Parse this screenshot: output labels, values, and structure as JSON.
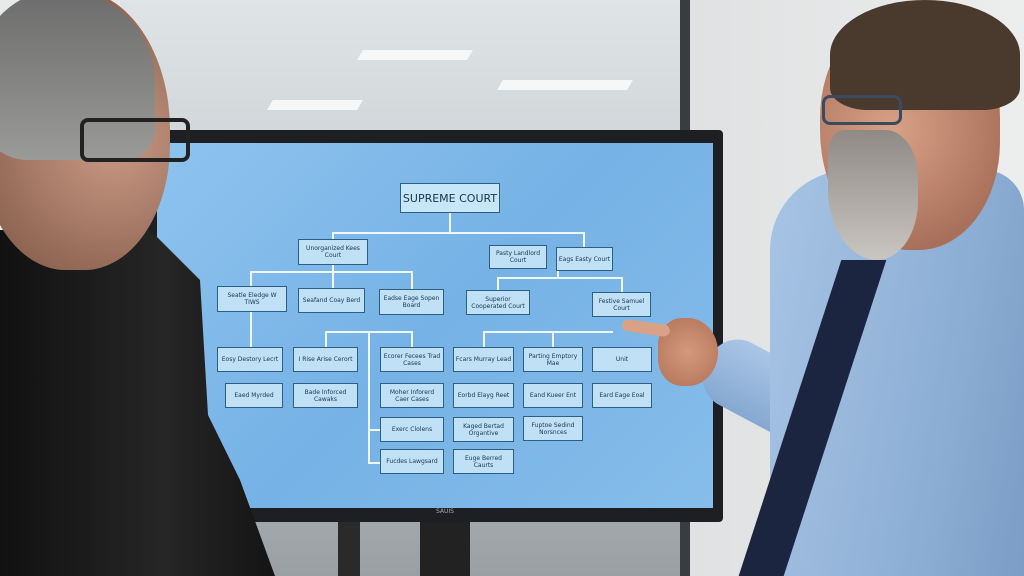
{
  "monitor": {
    "brand": "SAUIS"
  },
  "org_chart": {
    "root": "SUPREME COURT",
    "level2": [
      "Unorganized Kees Court",
      "Pasty Landlord Court",
      "Eags Easty Court"
    ],
    "level3": [
      "Seatle Eledge W TIWS",
      "Seafand Coay Berd",
      "Eadse Eage Sopen Board",
      "Superior Cooperated Court",
      "Festive Samuel Court"
    ],
    "level4": [
      "Eosy Destory Lecrt",
      "I Rise Arise Cerort",
      "Ecorer Fecees Trad Cases",
      "Fcars Murray Lead",
      "Parting Emptory Mae",
      "Unit",
      "Eaed Myrded",
      "Bade Inforced Cawaks",
      "Moher Inforerd Caer Cases",
      "Eorbd Elayg Reet",
      "Eand Kueer Ent",
      "Eard Eage Eoal",
      "Exerc Clolens",
      "Kaged Bertad Organtive",
      "Fuptoe Sedind Norsnces",
      "Fucdes Lawgsard",
      "Euge Berred Caurts"
    ]
  }
}
